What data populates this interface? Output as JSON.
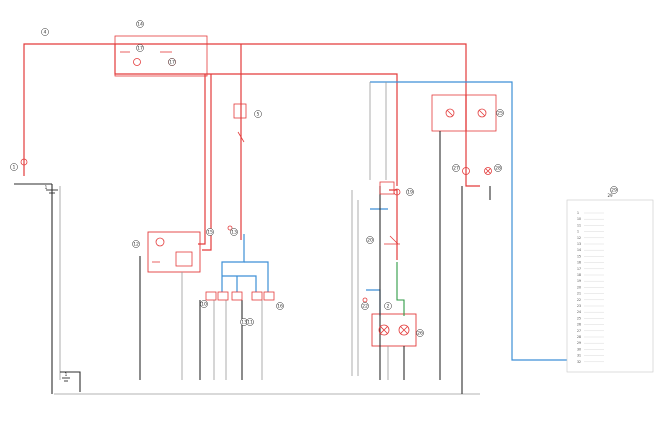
{
  "diagram": {
    "components": [
      {
        "id": "comp-4",
        "label": "4"
      },
      {
        "id": "comp-1",
        "label": "1"
      },
      {
        "id": "comp-14",
        "label": "14"
      },
      {
        "id": "comp-17a",
        "label": "17"
      },
      {
        "id": "comp-17b",
        "label": "17"
      },
      {
        "id": "comp-12",
        "label": "12"
      },
      {
        "id": "comp-5",
        "label": "5"
      },
      {
        "id": "comp-13",
        "label": "13"
      },
      {
        "id": "comp-13b",
        "label": "13"
      },
      {
        "id": "comp-10",
        "label": "10"
      },
      {
        "id": "comp-11",
        "label": "11"
      },
      {
        "id": "comp-15",
        "label": "15"
      },
      {
        "id": "comp-16",
        "label": "16"
      },
      {
        "id": "comp-19",
        "label": "19"
      },
      {
        "id": "comp-20",
        "label": "20"
      },
      {
        "id": "comp-26",
        "label": "26"
      },
      {
        "id": "comp-22",
        "label": "22"
      },
      {
        "id": "comp-25",
        "label": "25"
      },
      {
        "id": "comp-28",
        "label": "28"
      },
      {
        "id": "comp-27",
        "label": "27"
      },
      {
        "id": "comp-29",
        "label": "29"
      },
      {
        "id": "comp-2",
        "label": "2"
      }
    ],
    "ground_top_label": "1",
    "ground_bottom_label": "1",
    "legend_title": "29",
    "legend_rows": [
      "1",
      "10",
      "11",
      "1",
      "12",
      "13",
      "14",
      "15",
      "16",
      "17",
      "18",
      "19",
      "20",
      "21",
      "22",
      "23",
      "24",
      "25",
      "26",
      "27",
      "28",
      "29",
      "30",
      "31",
      "32"
    ]
  },
  "colors": {
    "wire_red": "#e33b3b",
    "wire_blue": "#3d8fd6",
    "wire_black": "#2e2e2e",
    "wire_gray": "#9a9a9a",
    "wire_green": "#2f9a45"
  }
}
